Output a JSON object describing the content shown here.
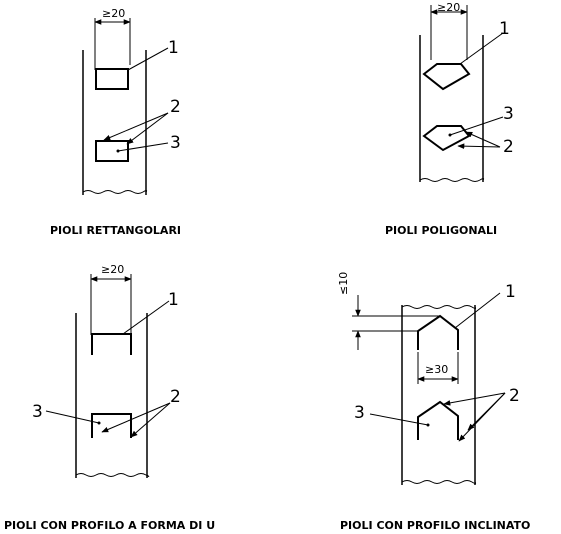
{
  "captions": {
    "rectangular": "PIOLI RETTANGOLARI",
    "polygonal": "PIOLI POLIGONALI",
    "u_shape": "PIOLI CON PROFILO A FORMA DI U",
    "inclined": "PIOLI CON PROFILO INCLINATO"
  },
  "dimensions": {
    "min_width": "≥20",
    "min_width_inclined": "≥30",
    "max_height": "≤10"
  },
  "callouts": {
    "one": "1",
    "two": "2",
    "three": "3"
  }
}
